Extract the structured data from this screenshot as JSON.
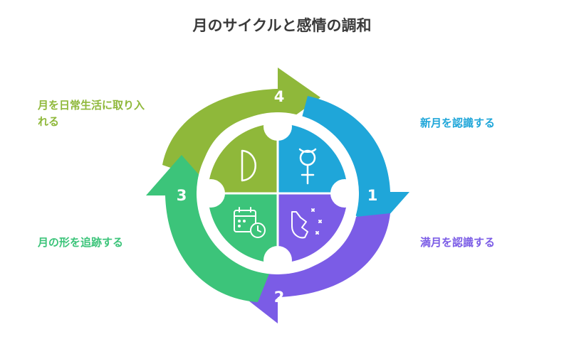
{
  "title": "月のサイクルと感情の調和",
  "colors": {
    "stage1": "#1fa6d9",
    "stage2": "#7b5ce6",
    "stage3": "#3cc47a",
    "stage4": "#8fb83a",
    "title_text": "#3a3a3a"
  },
  "stages": [
    {
      "number": "1",
      "label": "新月を認識する",
      "icon": "venus-symbol-icon",
      "color": "#1fa6d9"
    },
    {
      "number": "2",
      "label": "満月を認識する",
      "icon": "moon-sparkle-icon",
      "color": "#7b5ce6"
    },
    {
      "number": "3",
      "label": "月の形を追跡する",
      "icon": "calendar-clock-icon",
      "color": "#3cc47a"
    },
    {
      "number": "4",
      "label": "月を日常生活に取り入れる",
      "icon": "half-moon-icon",
      "color": "#8fb83a"
    }
  ]
}
